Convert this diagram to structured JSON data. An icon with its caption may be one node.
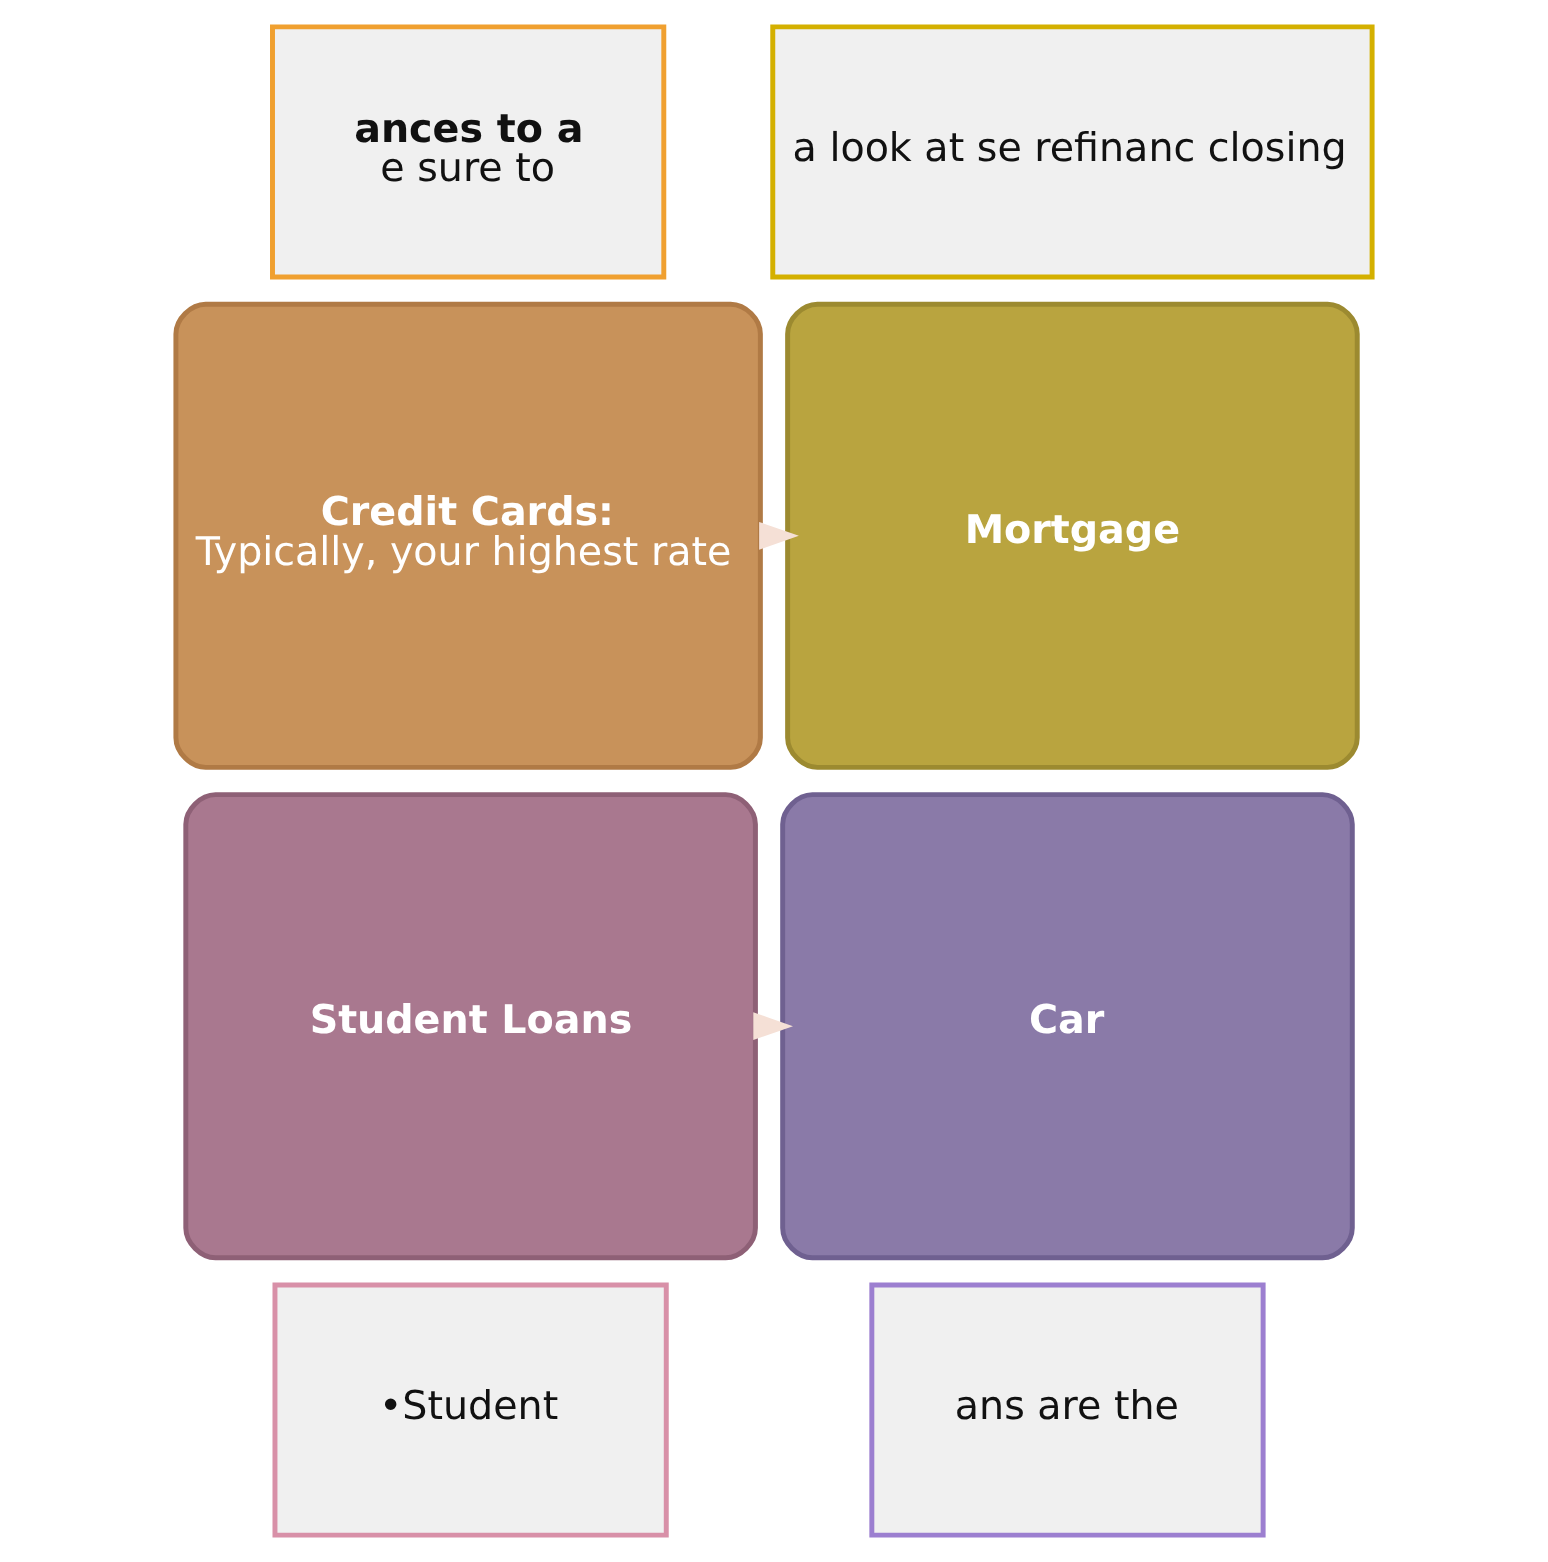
{
  "diagram": {
    "nodes": [
      {
        "text": [
          "ances to a",
          "e sure to"
        ]
      },
      {
        "text": [
          "a look at se refinanc closing"
        ]
      },
      {
        "text": [
          "ans are the"
        ]
      },
      {
        "text": [
          "•Student"
        ]
      },
      {
        "text": [
          "Credit Cards:",
          "Typically, your highest rate"
        ]
      },
      {
        "text": [
          "Mortgage"
        ]
      },
      {
        "text": [
          "Car"
        ]
      },
      {
        "text": [
          "Student Loans"
        ]
      }
    ],
    "edges": [
      {
        "from": 4,
        "to": 5,
        "arrow": "to"
      },
      {
        "from": 7,
        "to": 6,
        "arrow": "to"
      }
    ]
  }
}
